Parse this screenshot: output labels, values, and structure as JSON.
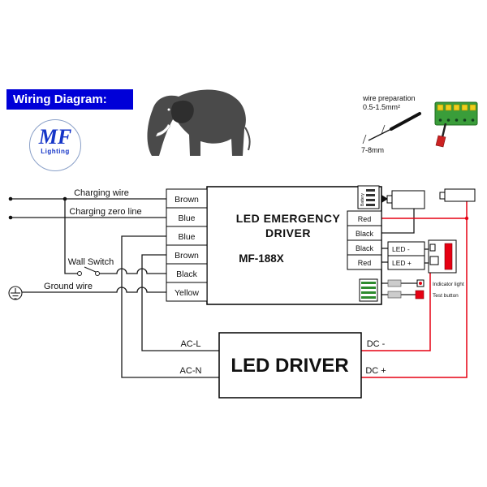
{
  "header": {
    "title": "Wiring Diagram:"
  },
  "logo": {
    "name": "MF",
    "subtitle": "Lighting"
  },
  "wire_preparation": {
    "title": "wire preparation",
    "size": "0.5-1.5mm²",
    "strip_length": "7-8mm"
  },
  "wiring_labels": {
    "charging_wire": "Charging wire",
    "charging_zero_line": "Charging zero line",
    "wall_switch": "Wall Switch",
    "ground_wire": "Ground wire"
  },
  "emergency_driver": {
    "name_line1": "LED EMERGENCY",
    "name_line2": "DRIVER",
    "model": "MF-188X",
    "battery_port_label": "Battery",
    "input_terminals": [
      "Brown",
      "Blue",
      "Blue",
      "Brown",
      "Black",
      "Yellow"
    ],
    "output_terminals": [
      "Red",
      "Black",
      "Black",
      "Red"
    ],
    "led_output": {
      "minus": "LED -",
      "plus": "LED +"
    },
    "indicator_label": "Indicator light",
    "test_button_label": "Test button"
  },
  "led_driver": {
    "name": "LED DRIVER",
    "ac_l": "AC-L",
    "ac_n": "AC-N",
    "dc_minus": "DC -",
    "dc_plus": "DC +"
  },
  "colors": {
    "title_bg": "#0000d8",
    "title_text": "#ffffff",
    "wire_black": "#1a1a1a",
    "wire_red": "#e60012",
    "logo_blue": "#1535c8",
    "terminal_block_green": "#3a9d3a",
    "terminal_block_yellow": "#f0cf1c"
  }
}
